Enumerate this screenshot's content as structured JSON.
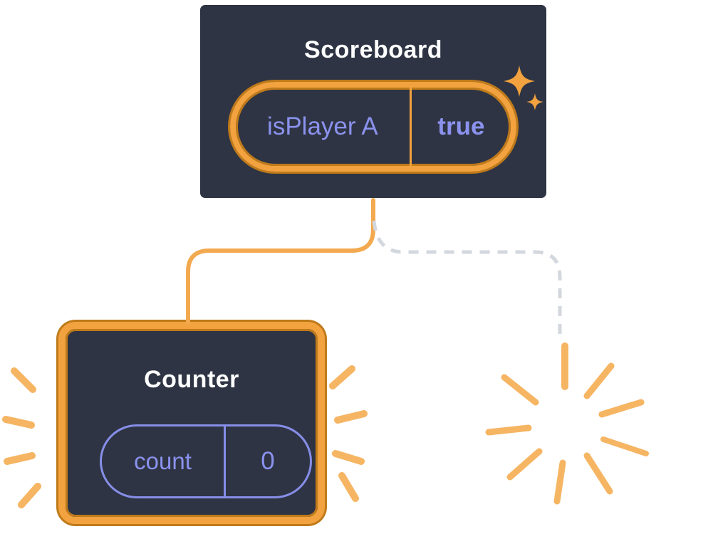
{
  "diagram": {
    "scoreboard": {
      "title": "Scoreboard",
      "state": {
        "key": "isPlayer A",
        "value": "true"
      }
    },
    "counter": {
      "title": "Counter",
      "state": {
        "key": "count",
        "value": "0"
      }
    }
  },
  "icons": {
    "sparkle": "four-pointed-sparkle-stars",
    "burst": "radial-burst-rays",
    "left_rays": "emphasis-rays",
    "right_rays": "emphasis-rays"
  },
  "colors": {
    "background": "#ffffff",
    "box_bg": "#2e3443",
    "box_border": "#ffffff",
    "title_text": "#ffffff",
    "state_text": "#8b92ee",
    "pill_border_orange": "#f2a23e",
    "pill_ring_dark": "#bf7a1a",
    "connector_orange": "#f3a94f",
    "ray_orange": "#f6b563",
    "dashed_line": "#d3d7de",
    "counter_pill_border": "#868ee8"
  }
}
